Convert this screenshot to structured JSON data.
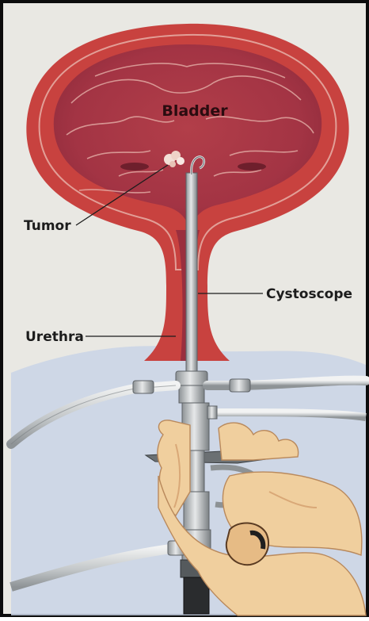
{
  "labels": {
    "bladder": "Bladder",
    "tumor": "Tumor",
    "cystoscope": "Cystoscope",
    "urethra": "Urethra"
  },
  "colors": {
    "background": "#e9e8e3",
    "bladder_outer": "#c8423f",
    "bladder_inner": "#a73844",
    "bladder_fold": "#e8b7ae",
    "fluid_blue": "#c9d3e6",
    "metal": "#b8bcbe",
    "metal_dark": "#5d6266",
    "skin": "#f0cf9e",
    "skin_shadow": "#d9a877",
    "label_text": "#1c1c1c",
    "border": "#0c0c0c"
  },
  "icons": {
    "cystoscope": "cystoscope-instrument-icon",
    "hand": "hand-icon",
    "tumor": "tumor-growth-icon"
  }
}
